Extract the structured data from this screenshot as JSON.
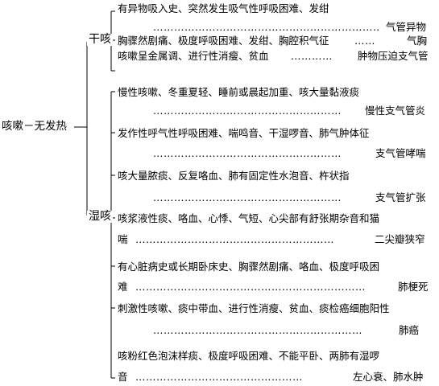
{
  "root": "咳嗽－无发热",
  "branches": [
    {
      "label": "干咳",
      "items": [
        {
          "lines": [
            "有异物吸入史、突然发生吸气性呼吸困难、发绀"
          ],
          "result": "气管异物"
        },
        {
          "lines": [
            "胸骤然剧痛、极度呼吸困难、发绀、胸腔积气征"
          ],
          "result": "气胸"
        },
        {
          "lines": [
            "咳嗽呈金属调、进行性消瘦、贫血"
          ],
          "result": "肿物压迫支气管"
        }
      ]
    },
    {
      "label": "湿咳",
      "items": [
        {
          "lines": [
            "慢性咳嗽、冬重夏轻、睡前或晨起加重、咳大量黏液痰"
          ],
          "result": "慢性支气管炎"
        },
        {
          "lines": [
            "发作性呼气性呼吸困难、喘鸣音、干湿啰音、肺气肿体征"
          ],
          "result": "支气管哮喘"
        },
        {
          "lines": [
            "咳大量脓痰、反复咯血、肺有固定性水泡音、杵状指"
          ],
          "result": "支气管扩张"
        },
        {
          "lines": [
            "咳浆液性痰、咯血、心悸、气短、心尖部有舒张期杂音和猫",
            "喘"
          ],
          "result": "二尖瓣狭窄"
        },
        {
          "lines": [
            "有心脏病史或长期卧床史、胸骤然剧痛、咯血、极度呼吸困",
            "难"
          ],
          "result": "肺梗死"
        },
        {
          "lines": [
            "刺激性咳嗽、痰中带血、进行性消瘦、贫血、痰检癌细胞阳性"
          ],
          "result": "肺癌"
        },
        {
          "lines": [
            "咳粉红色泡沫样痰、极度呼吸困难、不能平卧、两肺有湿啰",
            "音"
          ],
          "result": "左心衰、肺水肿"
        }
      ]
    }
  ]
}
